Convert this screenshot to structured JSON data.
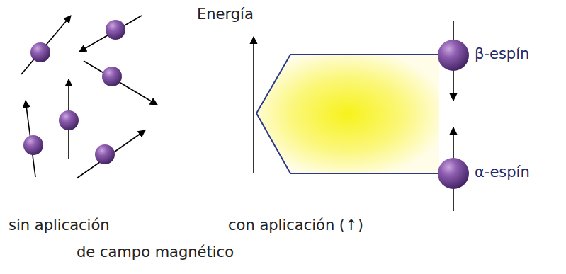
{
  "diagram": {
    "labels": [
      "Energía",
      "β-espín",
      "α-espín",
      "sin aplicación",
      "con aplicación (↑)",
      "de campo magnético"
    ]
  }
}
